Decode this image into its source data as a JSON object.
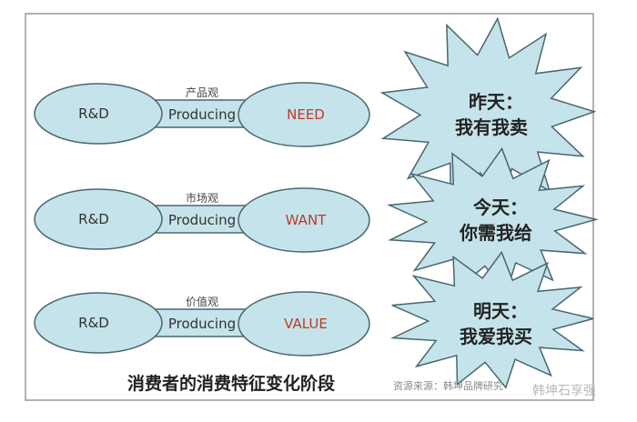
{
  "colors": {
    "fill": "#c5e3ea",
    "stroke": "#4a6670",
    "accent_text": "#c0392b"
  },
  "rows": [
    {
      "left": "R&D",
      "concept": "产品观",
      "link": "Producing",
      "right": "NEED",
      "burst_line1": "昨天：",
      "burst_line2": "我有我卖"
    },
    {
      "left": "R&D",
      "concept": "市场观",
      "link": "Producing",
      "right": "WANT",
      "burst_line1": "今天：",
      "burst_line2": "你需我给"
    },
    {
      "left": "R&D",
      "concept": "价值观",
      "link": "Producing",
      "right": "VALUE",
      "burst_line1": "明天：",
      "burst_line2": "我爱我买"
    }
  ],
  "title": "消费者的消费特征变化阶段",
  "source": "资源来源：韩坤品牌研究",
  "watermark": "韩坤石享强"
}
